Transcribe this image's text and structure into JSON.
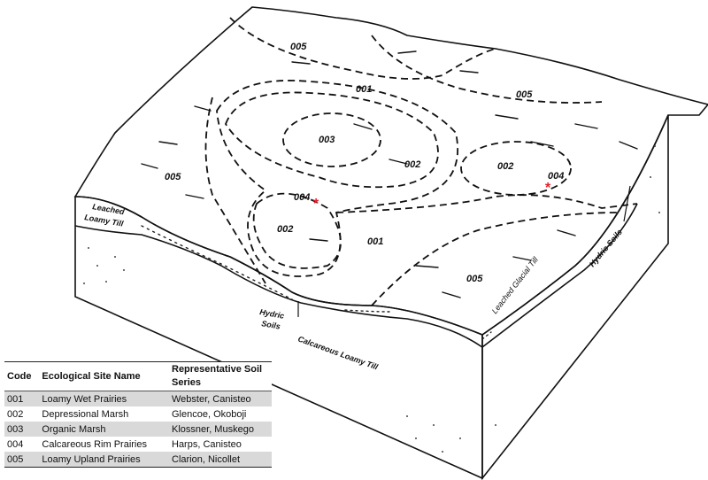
{
  "map_labels": {
    "a005_top": "005",
    "a001_top": "001",
    "a005_right": "005",
    "a003": "003",
    "a002_center": "002",
    "a002_right": "002",
    "a004_right": "004",
    "a005_left": "005",
    "a004_center": "004",
    "a002_front": "002",
    "a001_front": "001",
    "a005_front": "005",
    "star": "*"
  },
  "layer_labels": {
    "leached_loamy_till_1": "Leached",
    "leached_loamy_till_2": "Loamy Till",
    "hydric_soils_front_1": "Hydric",
    "hydric_soils_front_2": "Soils",
    "calcareous_loamy_till": "Calcareous Loamy Till",
    "leached_glacial_till": "Leached Glacial Till",
    "hydric_soils_right": "Hydric Soils"
  },
  "colors": {
    "star": "#e0202a",
    "row_shade": "#d9d9d9"
  },
  "legend": {
    "headers": [
      "Code",
      "Ecological Site Name",
      "Representative Soil Series"
    ],
    "rows": [
      {
        "code": "001",
        "name": "Loamy Wet Prairies",
        "series": "Webster, Canisteo"
      },
      {
        "code": "002",
        "name": "Depressional Marsh",
        "series": "Glencoe, Okoboji"
      },
      {
        "code": "003",
        "name": "Organic Marsh",
        "series": "Klossner, Muskego"
      },
      {
        "code": "004",
        "name": "Calcareous Rim Prairies",
        "series": "Harps, Canisteo"
      },
      {
        "code": "005",
        "name": "Loamy Upland Prairies",
        "series": "Clarion, Nicollet"
      }
    ]
  }
}
